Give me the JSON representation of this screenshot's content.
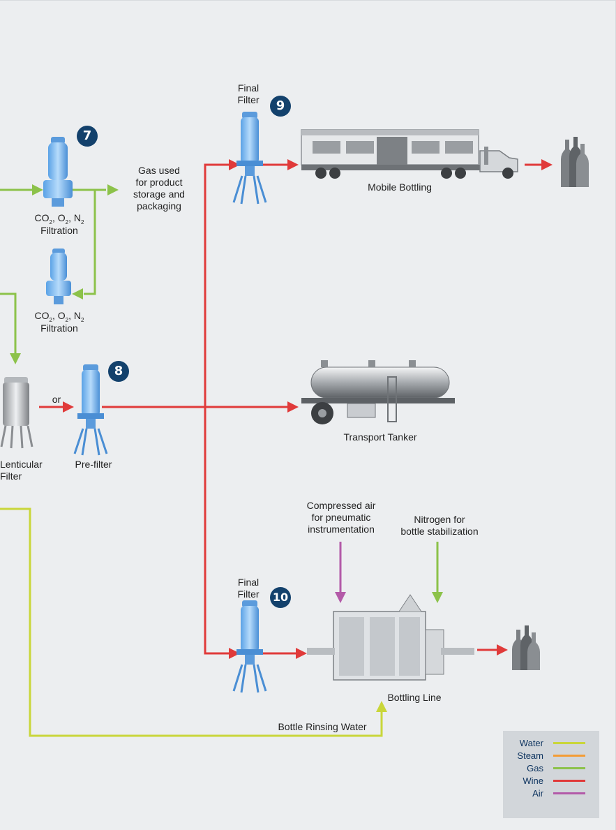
{
  "colors": {
    "water": "#c9d63a",
    "steam": "#f39c34",
    "gas": "#8cc24a",
    "wine": "#e03a3a",
    "air": "#b35aa8",
    "badge": "#13416c",
    "filter": "#7ab8ef"
  },
  "badges": {
    "b7": "7",
    "b8": "8",
    "b9": "9",
    "b10": "10"
  },
  "labels": {
    "final_filter_9": "Final\nFilter",
    "final_filter_10": "Final\nFilter",
    "gas_used": "Gas used\nfor product\nstorage and\npackaging",
    "mobile_bottling": "Mobile Bottling",
    "co2_upper": "CO2, O2, N2",
    "filtration_upper": "Filtration",
    "co2_lower": "CO2, O2, N2",
    "filtration_lower": "Filtration",
    "or": "or",
    "lenticular_filter": "Lenticular\nFilter",
    "pre_filter": "Pre-filter",
    "transport_tanker": "Transport Tanker",
    "compressed_air": "Compressed air\nfor pneumatic\ninstrumentation",
    "nitrogen": "Nitrogen for\nbottle stabilization",
    "bottling_line": "Bottling Line",
    "bottle_rinsing_water": "Bottle Rinsing Water"
  },
  "legend": {
    "items": [
      {
        "label": "Water",
        "color": "#c9d63a"
      },
      {
        "label": "Steam",
        "color": "#f39c34"
      },
      {
        "label": "Gas",
        "color": "#8cc24a"
      },
      {
        "label": "Wine",
        "color": "#e03a3a"
      },
      {
        "label": "Air",
        "color": "#b35aa8"
      }
    ]
  },
  "icons": [
    "final-filter-9-icon",
    "gas-filter-7-icon",
    "gas-filter-lower-icon",
    "lenticular-filter-icon",
    "pre-filter-8-icon",
    "final-filter-10-icon",
    "truck-icon",
    "tanker-icon",
    "bottling-machine-icon",
    "bottles-icon"
  ]
}
